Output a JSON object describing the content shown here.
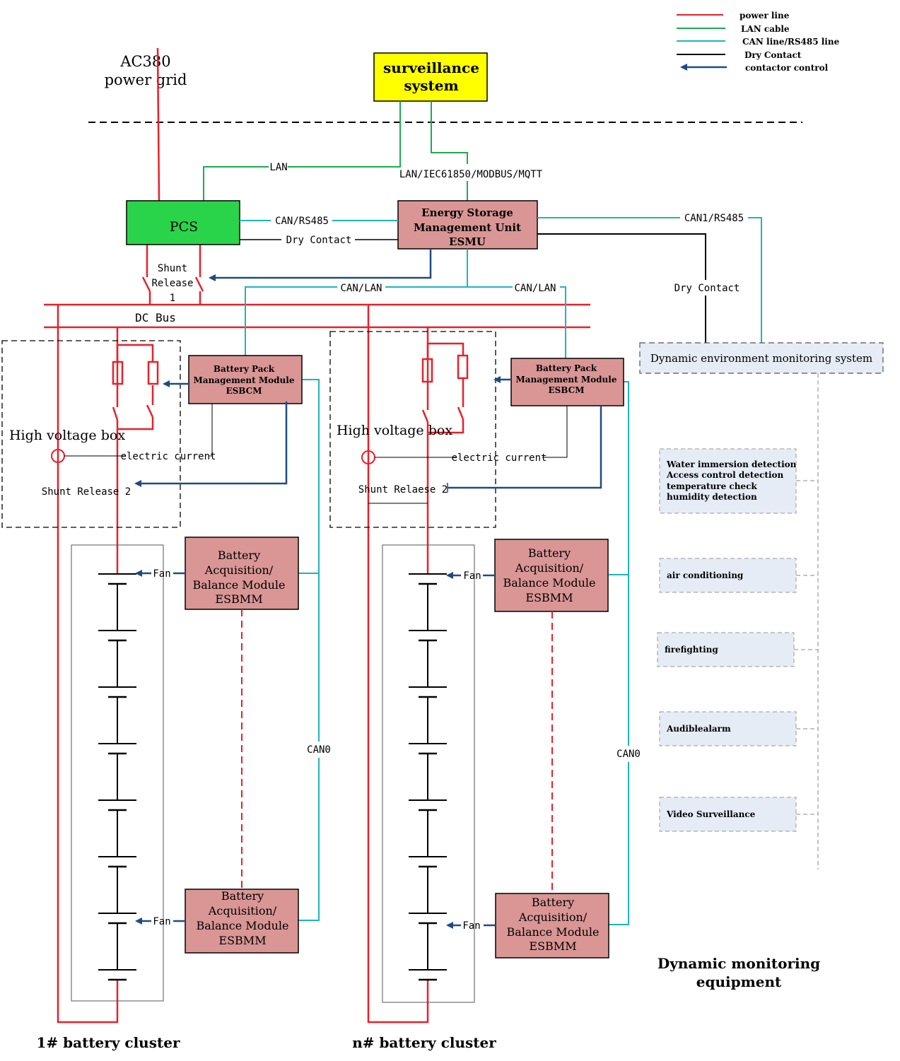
{
  "legend": [
    {
      "label": "power line",
      "color": "#e8202a",
      "kind": "line"
    },
    {
      "label": "LAN cable",
      "color": "#1eab4f",
      "kind": "line"
    },
    {
      "label": "CAN line/RS485 line",
      "color": "#1fb3c0",
      "kind": "line"
    },
    {
      "label": "Dry Contact",
      "color": "#000000",
      "kind": "line"
    },
    {
      "label": "contactor control",
      "color": "#1f4a86",
      "kind": "arrow"
    }
  ],
  "grid": {
    "line1": "AC380",
    "line2": "power grid"
  },
  "surveillance": {
    "line1": "surveillance",
    "line2": "system",
    "color": "#ffff00"
  },
  "pcs": {
    "label": "PCS",
    "color": "#2ad44a"
  },
  "esmu": {
    "line1": "Energy Storage",
    "line2": "Management Unit",
    "line3": "ESMU"
  },
  "links": {
    "lan": "LAN",
    "lan_protocols": "LAN/IEC61850/MODBUS/MQTT",
    "can_rs485": "CAN/RS485",
    "dry_contact": "Dry Contact",
    "can1_rs485": "CAN1/RS485",
    "can_lan_left": "CAN/LAN",
    "can_lan_right": "CAN/LAN",
    "dry_contact_env": "Dry Contact",
    "can0": "CAN0"
  },
  "shunt1": {
    "line1": "Shunt",
    "line2": "Release",
    "line3": "1"
  },
  "dc_bus": "DC Bus",
  "clusters": [
    {
      "hv_box": "High voltage box",
      "electric_current": "electric current",
      "shunt2": "Shunt Release 2",
      "esbcm": {
        "line1": "Battery Pack",
        "line2": "Management Module",
        "line3": "ESBCM"
      },
      "esbmm": {
        "line1": "Battery",
        "line2": "Acquisition/",
        "line3": "Balance Module",
        "line4": "ESBMM"
      },
      "fan": "Fan",
      "title": "1# battery cluster"
    },
    {
      "hv_box": "High voltage box",
      "electric_current": "electric current",
      "shunt2": "Shunt Relaese 2",
      "esbcm": {
        "line1": "Battery Pack",
        "line2": "Management Module",
        "line3": "ESBCM"
      },
      "esbmm": {
        "line1": "Battery",
        "line2": "Acquisition/",
        "line3": "Balance Module",
        "line4": "ESBMM"
      },
      "fan": "Fan",
      "title": "n# battery cluster"
    }
  ],
  "env_system": "Dynamic environment monitoring system",
  "devices": {
    "detection": [
      "Water immersion detection",
      "Access control detection",
      "temperature check",
      "humidity detection"
    ],
    "air": "air conditioning",
    "fire": "firefighting",
    "alarm": "Audiblealarm",
    "video": "Video Surveillance"
  },
  "equipment_title": {
    "line1": "Dynamic monitoring",
    "line2": "equipment"
  },
  "colors": {
    "power": "#e8202a",
    "lan": "#1eab4f",
    "can": "#1fb3c0",
    "dry": "#000000",
    "control": "#1f4a86",
    "module_fill": "#d99694",
    "device_fill": "#e6ecf5"
  }
}
